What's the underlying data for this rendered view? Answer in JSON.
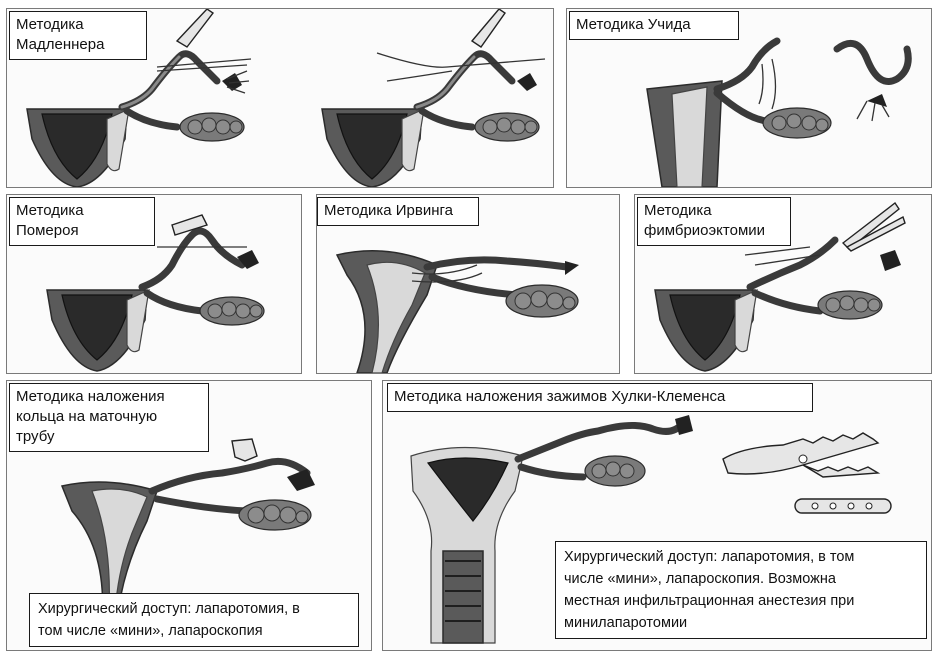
{
  "panels": {
    "madlener": {
      "label": "Методика\nМадленнера"
    },
    "uchida": {
      "label": "Методика Учида"
    },
    "pomeroy": {
      "label": "Методика\nПомероя"
    },
    "irving": {
      "label": "Методика Ирвинга"
    },
    "fimbriectomy": {
      "label": "Методика\nфимбриоэктомии"
    },
    "ring": {
      "label": "Методика  наложения\nкольца на маточную\nтрубу",
      "note": "Хирургический доступ:  лапаротомия, в\nтом числе «мини», лапароскопия"
    },
    "clips": {
      "label": "Методика  наложения  зажимов Хулки-Клеменса",
      "note": "Хирургический доступ:  лапаротомия, в том\nчисле «мини», лапароскопия. Возможна\nместная  инфильтрационная анестезия при\nминилапаротомии"
    }
  },
  "icons": {
    "uterus": "uterus-illustration",
    "tube": "fallopian-tube-illustration",
    "ovary": "ovary-illustration",
    "clamp": "surgical-clamp-illustration",
    "clip": "hulka-clip-illustration"
  }
}
